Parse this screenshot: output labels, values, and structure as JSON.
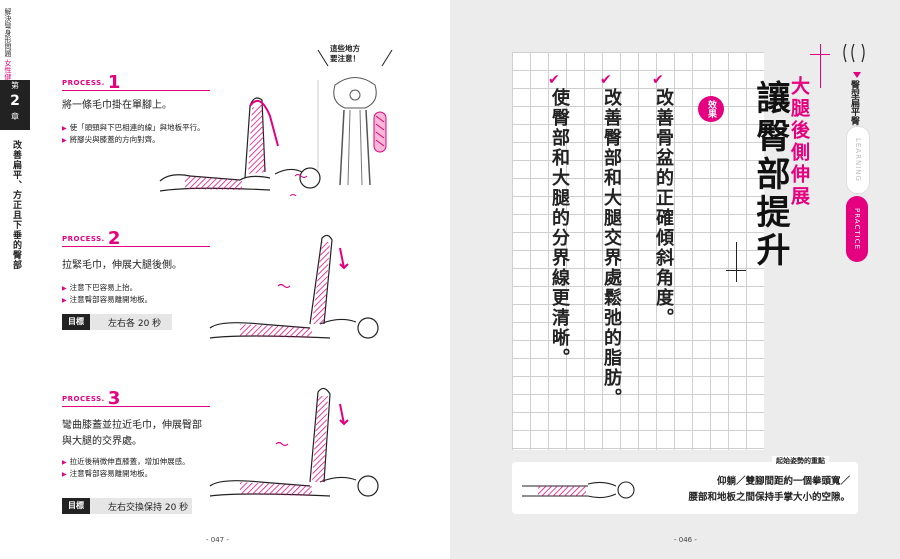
{
  "series": {
    "line1": "解決彎身形問題",
    "line2": "女性健康必備書籍"
  },
  "chapter": {
    "label_top": "第",
    "number": "2",
    "label_bottom": "章",
    "title": "改善扁平、方正且下垂的臀部"
  },
  "steps": [
    {
      "label": "PROCESS.",
      "num": "1",
      "main": [
        "將一條毛巾掛在單腳上。"
      ],
      "bullets": [
        "使「頭頸與下巴相連的線」與地板平行。",
        "將腳尖與膝蓋的方向對齊。"
      ],
      "goal": null
    },
    {
      "label": "PROCESS.",
      "num": "2",
      "main": [
        "拉緊毛巾，伸展大腿後側。"
      ],
      "bullets": [
        "注意下巴容易上抬。",
        "注意臀部容易離開地板。"
      ],
      "goal": {
        "tag": "目標",
        "value": "左右各 20 秒"
      }
    },
    {
      "label": "PROCESS.",
      "num": "3",
      "main": [
        "彎曲膝蓋並拉近毛巾，伸展臀部",
        "與大腿的交界處。"
      ],
      "bullets": [
        "拉近後稍微伸直膝蓋，增加伸展感。",
        "注意臀部容易離開地板。"
      ],
      "goal": {
        "tag": "目標",
        "value": "左右交換保持 20 秒"
      }
    }
  ],
  "callout": {
    "line1": "這些地方",
    "line2": "要注意！"
  },
  "page_left": "- 047 -",
  "page_right": "- 046 -",
  "right": {
    "hip_tag": "臀型扁平臀",
    "pill_learning": "LEARNING",
    "pill_practice": "PRACTICE",
    "title": "讓臀部提升",
    "subtitle": "大腿後側伸展",
    "badge": "效果",
    "effects": [
      "改善骨盆的正確傾斜角度。",
      "改善臀部和大腿交界處鬆弛的脂肪。",
      "使臀部和大腿的分界線更清晰。"
    ],
    "check_icon": "✔",
    "start_label": "起始姿勢的重點",
    "start_lines": [
      "仰躺／雙腳間距約一個拳頭寬／",
      "腰部和地板之間保持手掌大小的空隙。"
    ]
  },
  "accent": "#e4007f"
}
